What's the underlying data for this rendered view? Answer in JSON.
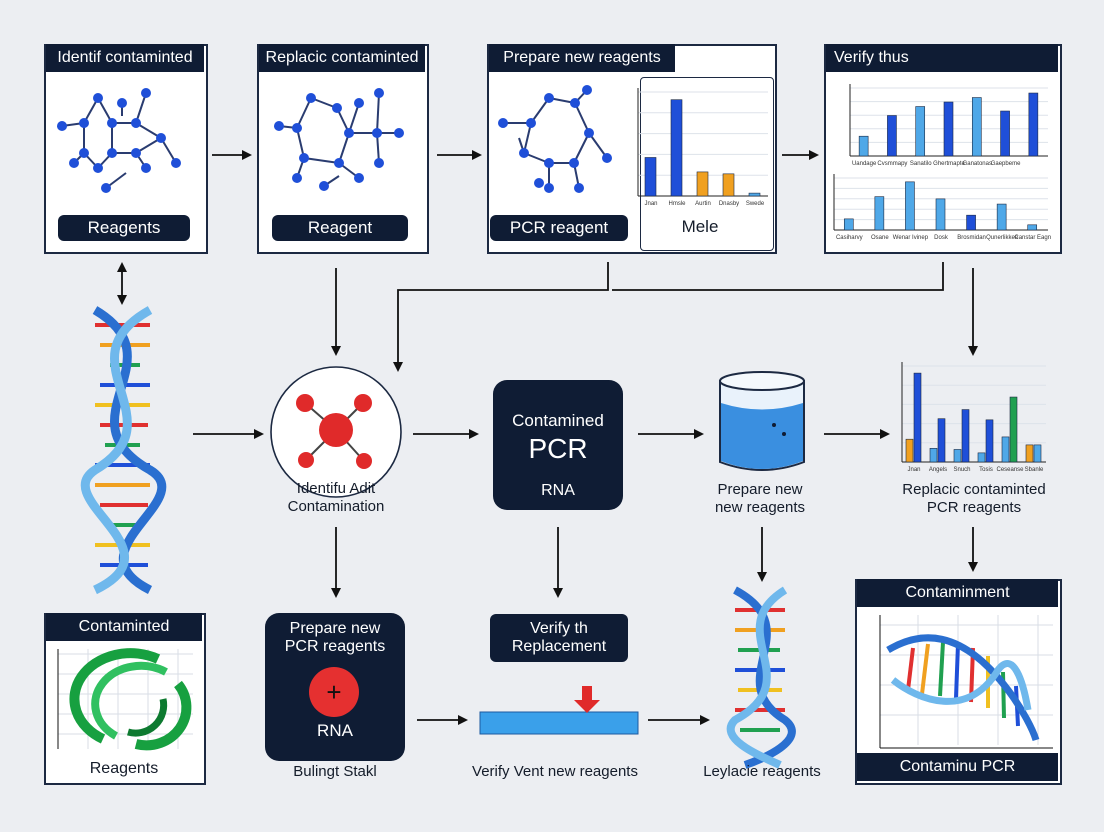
{
  "boxes": {
    "box1": {
      "header": "Identif contaminted",
      "pill": "Reagents"
    },
    "box2": {
      "header": "Replacic contaminted",
      "pill": "Reagent"
    },
    "box3": {
      "header": "Prepare new reagents",
      "pill": "PCR reagent",
      "side_label": "Mele"
    },
    "box4": {
      "header": "Verify thus"
    },
    "box5": {
      "header": "Contaminted",
      "footer": "Reagents"
    },
    "box6": {
      "header": "Contaminment",
      "footer": "Contaminu PCR"
    }
  },
  "middle": {
    "molecule_label_1": "Identifu Adit",
    "molecule_label_2": "Contamination",
    "pcr_top": "Contamined",
    "pcr_big": "PCR",
    "pcr_bottom": "RNA",
    "beaker_label_1": "Prepare new",
    "beaker_label_2": "new reagents",
    "chart_label_1": "Replacic contaminted",
    "chart_label_2": "PCR reagents"
  },
  "bottom": {
    "prep_line1": "Prepare new",
    "prep_line2": "PCR reagents",
    "prep_rna": "RNA",
    "prep_caption": "Bulingt Stakl",
    "verify_line1": "Verify th",
    "verify_line2": "Replacement",
    "verify_caption": "Verify Vent new reagents",
    "dna_caption": "Leylacie reagents"
  },
  "colors": {
    "navy": "#0f1c34",
    "blue": "#1f4fd8",
    "light_blue": "#4fa8e8",
    "orange": "#f0a020",
    "green": "#20a050",
    "red": "#e02a2a"
  },
  "chart_data": [
    {
      "type": "bar",
      "title": "",
      "categories": [
        "Jnan",
        "Hmsle",
        "Aurtin",
        "Dnasby",
        "Swede"
      ],
      "values": [
        4,
        10,
        2.5,
        2.3,
        0.3
      ]
    },
    {
      "type": "bar",
      "title": "",
      "categories": [
        "Uandage",
        "Cvsmmapy",
        "Sanatilo",
        "Ghertmapte",
        "Ganatonas",
        "Gaepbeme"
      ],
      "series": [
        {
          "values": [
            2.2,
            4.5,
            5.5,
            6,
            6.5,
            5,
            7
          ]
        }
      ]
    },
    {
      "type": "bar",
      "title": "",
      "categories": [
        "Casiharvy",
        "Osane",
        "Wenar Ivinep",
        "Dosk",
        "Brosmidan",
        "Qunerlikkee",
        "Canstar Eagn"
      ],
      "values": [
        1.5,
        4.5,
        6.5,
        4.2,
        2,
        3.5,
        0.7
      ]
    },
    {
      "type": "bar",
      "title": "",
      "categories": [
        "Jnan",
        "Angels",
        "Snuch",
        "Tosis",
        "Ceseanse",
        "Sbanle"
      ],
      "series": [
        {
          "values": [
            2,
            1.2,
            1.1,
            0.8,
            2.2,
            1.5
          ]
        },
        {
          "values": [
            7.8,
            3.8,
            4.6,
            3.7,
            5.7,
            1.5
          ]
        }
      ]
    }
  ]
}
